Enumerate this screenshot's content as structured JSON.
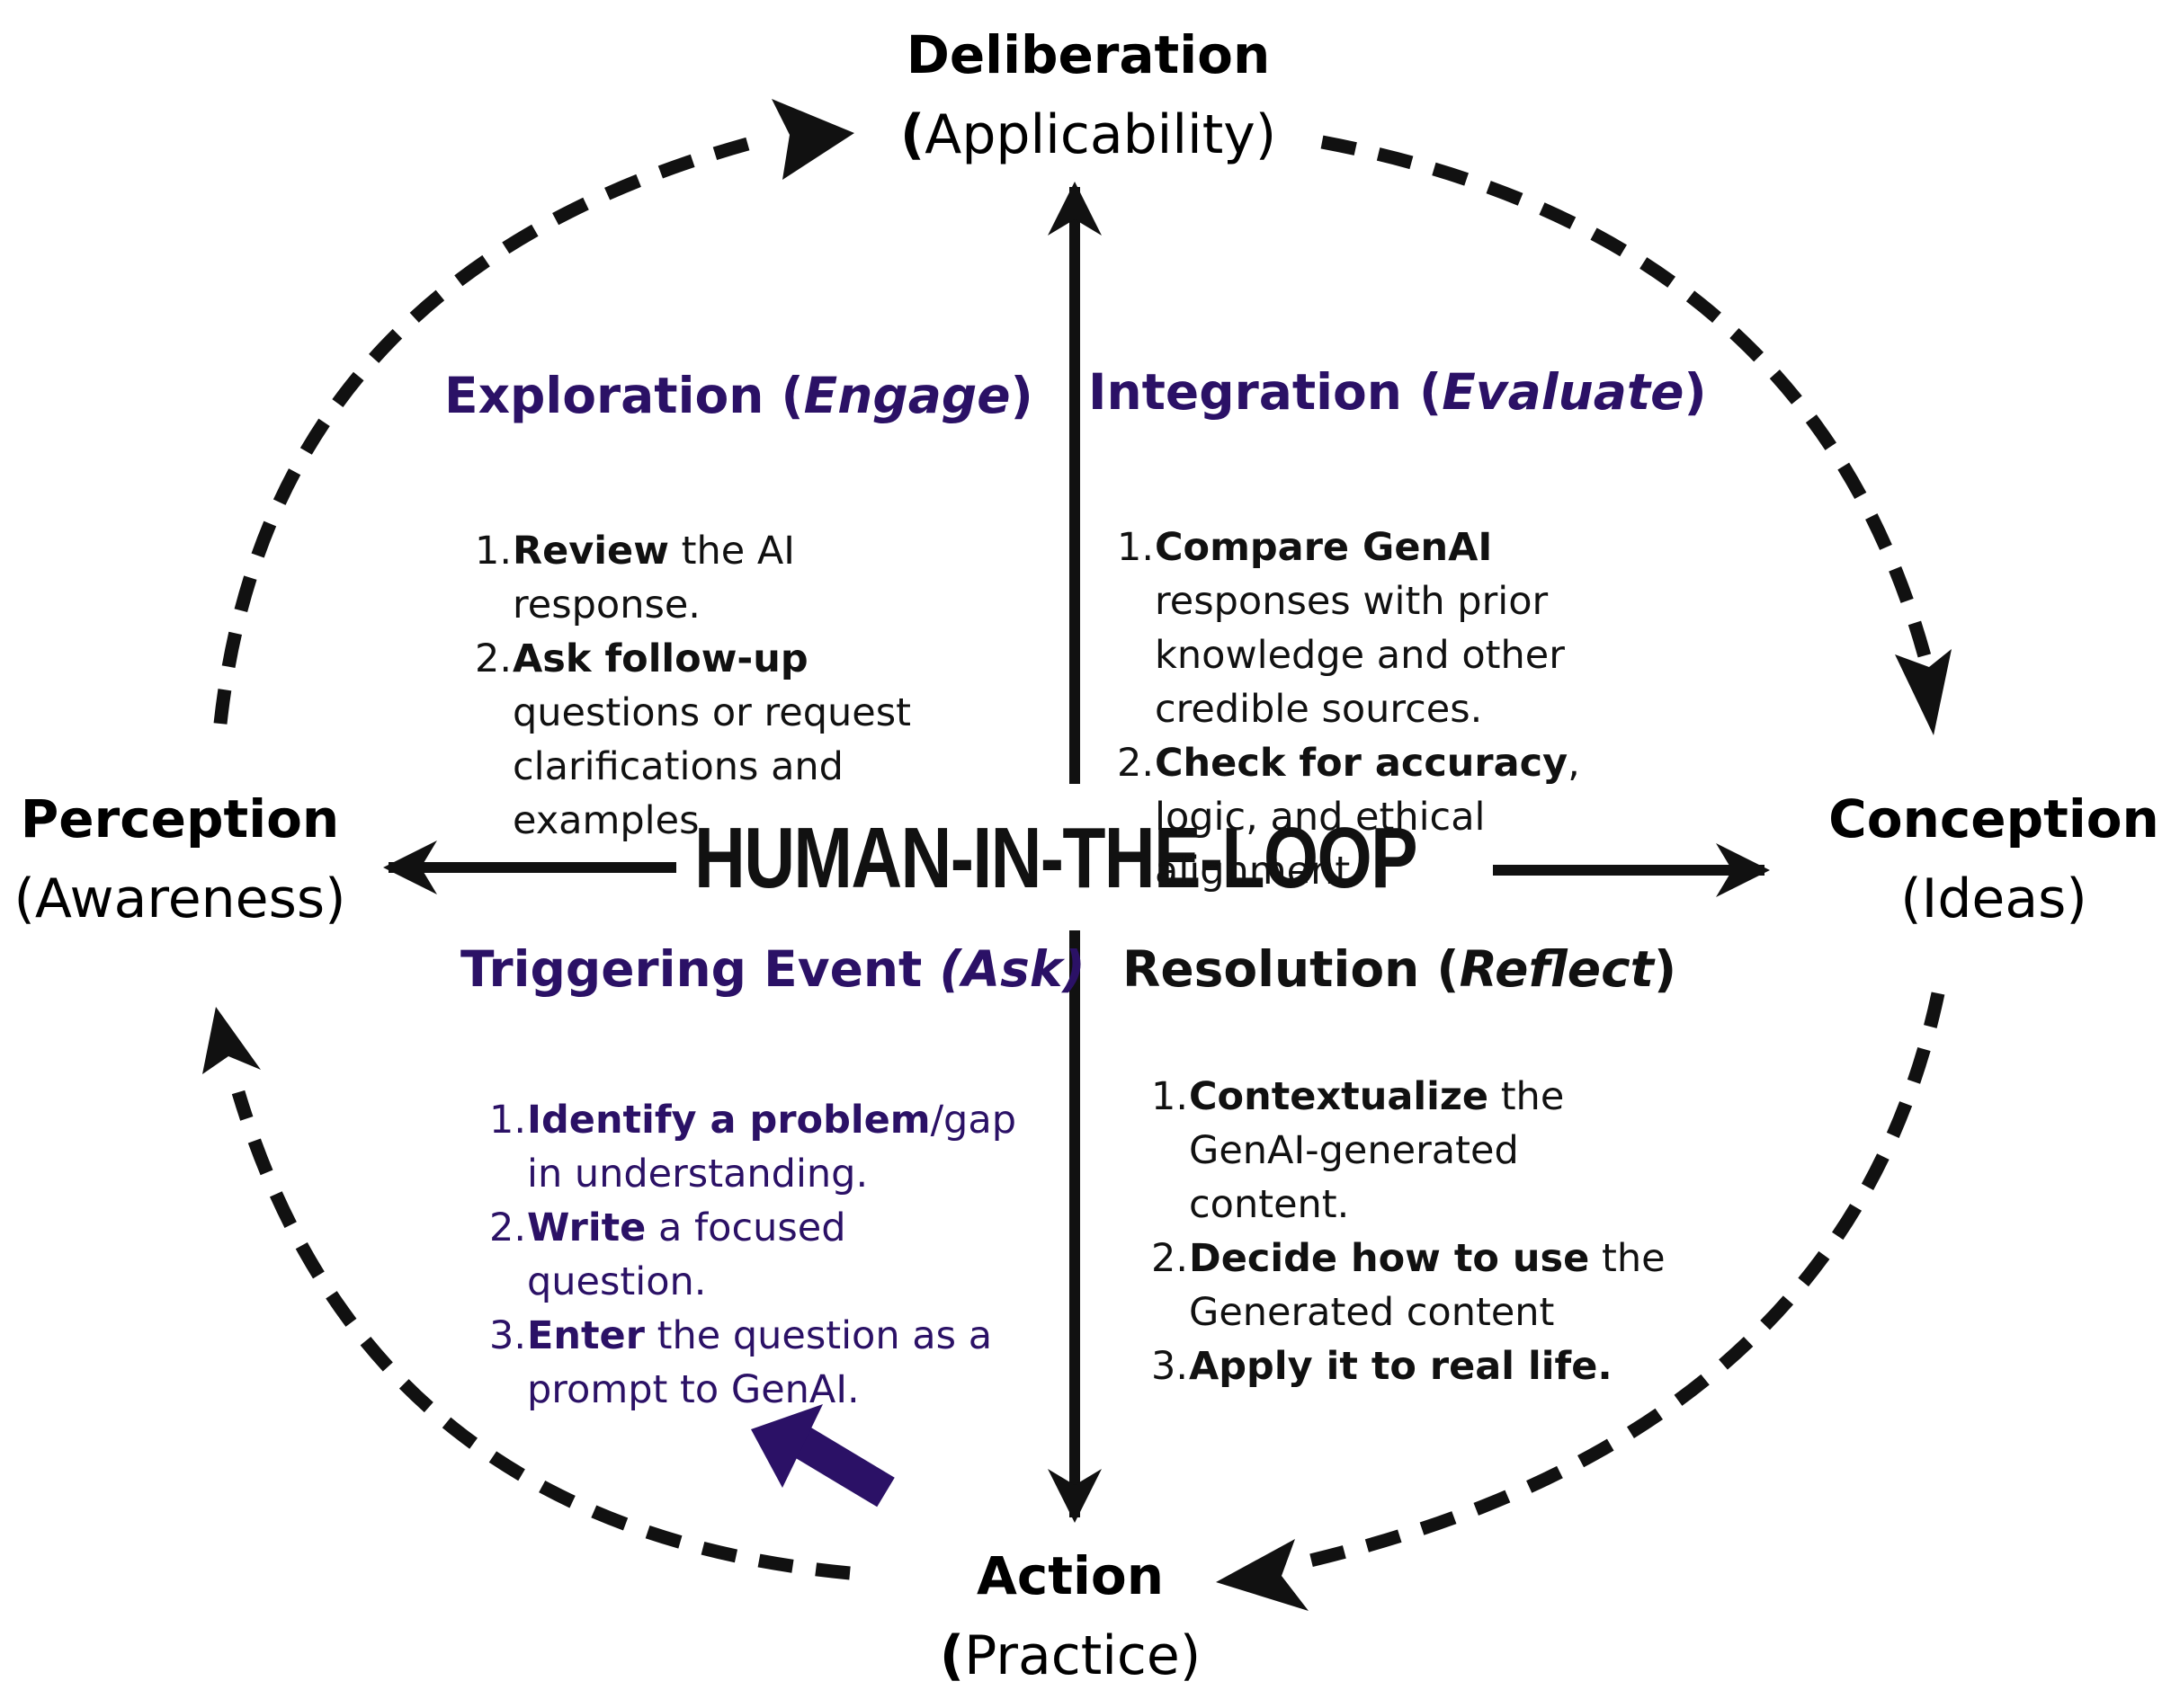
{
  "colors": {
    "ink": "#111111",
    "purple": "#2b1166"
  },
  "nodes": {
    "top": {
      "title": "Deliberation",
      "open_paren": "(",
      "subtitle": "Applicability)"
    },
    "left": {
      "title": "Perception",
      "subtitle": "(Awareness)"
    },
    "right": {
      "title": "Conception",
      "subtitle": "(Ideas)"
    },
    "bottom": {
      "title": "Action",
      "open_paren": "(",
      "subtitle": "Practice)"
    }
  },
  "center_title": "HUMAN-IN-THE-LOOP",
  "quadrants": {
    "exploration": {
      "title_main": "Exploration (",
      "title_em": "Engage",
      "title_end": ")",
      "steps": [
        {
          "num": "1.",
          "bold": "Review",
          "rest": " the AI response."
        },
        {
          "num": "2.",
          "bold": "Ask follow-up",
          "rest": " questions or request clarifications and examples."
        }
      ]
    },
    "integration": {
      "title_main": "Integration (",
      "title_em": "Evaluate",
      "title_end": ")",
      "steps": [
        {
          "num": "1.",
          "bold": "Compare GenAI",
          "rest": " responses with prior knowledge and other credible sources."
        },
        {
          "num": "2.",
          "bold": "Check for accuracy",
          "rest": ", logic, and ethical alignment."
        }
      ]
    },
    "triggering": {
      "title_main": "Triggering Event ",
      "title_em": "(Ask)",
      "title_end": "",
      "steps": [
        {
          "num": "1.",
          "bold": "Identify a problem",
          "rest": "/gap in understanding."
        },
        {
          "num": "2.",
          "bold": "Write",
          "rest": " a focused question."
        },
        {
          "num": "3.",
          "bold": " Enter",
          "rest": " the question as a prompt to GenAI."
        }
      ]
    },
    "resolution": {
      "title_main": "Resolution (",
      "title_em": "Reflect",
      "title_end": ")",
      "steps": [
        {
          "num": "1.",
          "bold": "Contextualize",
          "rest": " the GenAI-generated content."
        },
        {
          "num": "2.",
          "bold": " Decide how to use",
          "rest": " the Generated content"
        },
        {
          "num": "3.",
          "bold": "Apply it to real life.",
          "rest": ""
        }
      ]
    }
  }
}
